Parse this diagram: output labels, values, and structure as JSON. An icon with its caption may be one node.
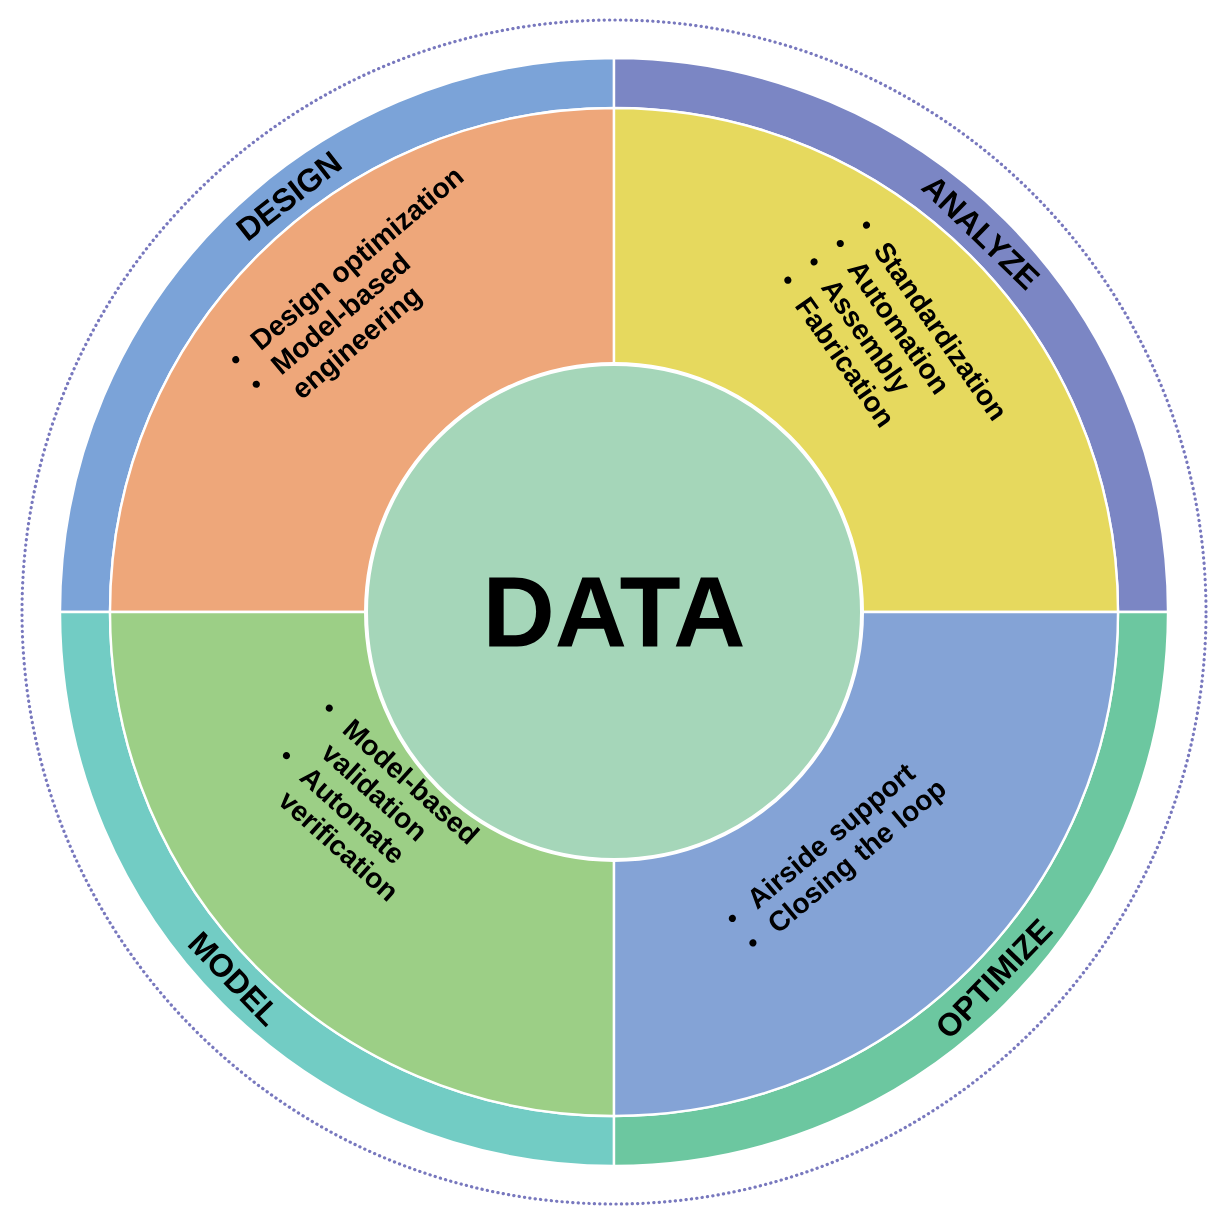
{
  "diagram": {
    "nodes": [
      {
        "text": [
          "DESIGN",
          "Design optimization",
          "Model-based engineering"
        ]
      },
      {
        "text": [
          "ANALYZE",
          "Standardization",
          "Automation",
          "Assembly",
          "Fabrication"
        ]
      },
      {
        "text": [
          "DATA"
        ]
      },
      {
        "text": [
          "MODEL",
          "Model-based validation",
          "Automate verification"
        ]
      },
      {
        "text": [
          "OPTIMIZE",
          "Airside support",
          "Closing the loop"
        ]
      }
    ]
  }
}
